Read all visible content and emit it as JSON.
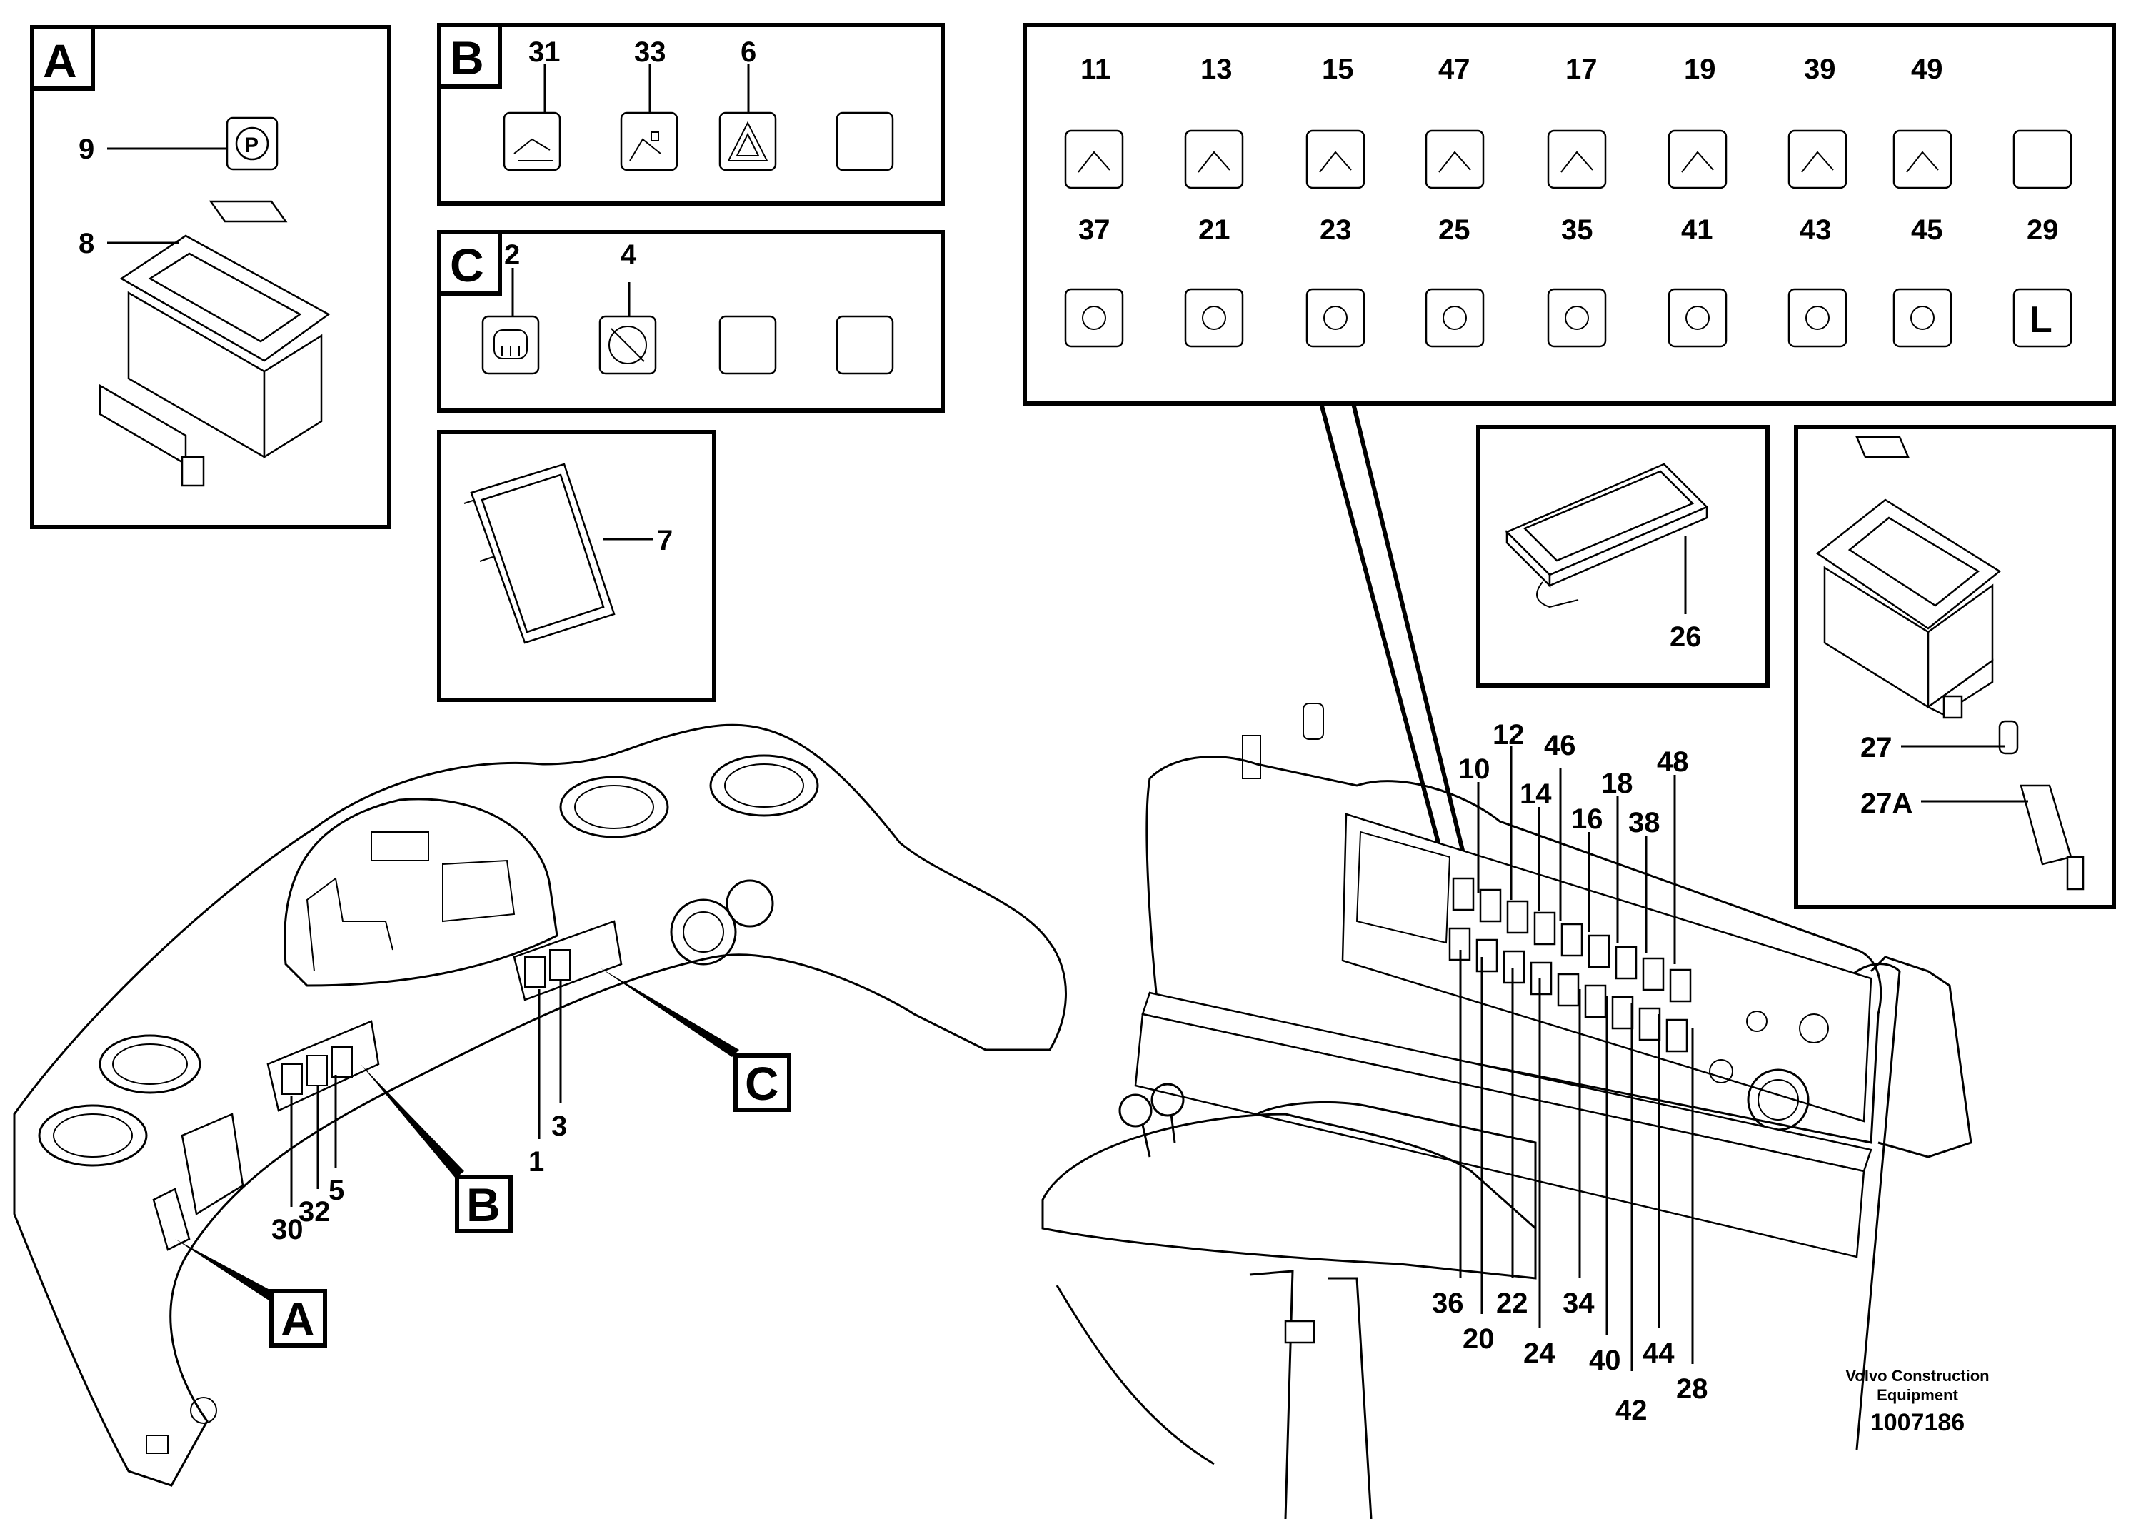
{
  "box_letters": {
    "A": "A",
    "B": "B",
    "C": "C"
  },
  "panel_A": {
    "labels": [
      "9",
      "8"
    ]
  },
  "panel_B": {
    "labels": [
      "31",
      "33",
      "6"
    ]
  },
  "panel_C": {
    "labels": [
      "2",
      "4"
    ]
  },
  "panel_7": {
    "labels": [
      "7"
    ]
  },
  "panel_icons": {
    "row1_labels": [
      "11",
      "13",
      "15",
      "47",
      "17",
      "19",
      "39",
      "49"
    ],
    "row2_labels": [
      "37",
      "21",
      "23",
      "25",
      "35",
      "41",
      "43",
      "45",
      "29"
    ],
    "icon_29_text": "L"
  },
  "panel_26": {
    "labels": [
      "26"
    ]
  },
  "panel_27": {
    "labels": [
      "27",
      "27A"
    ]
  },
  "left_dash": {
    "labels": [
      "1",
      "3",
      "5",
      "30",
      "32"
    ],
    "callouts": [
      "A",
      "B",
      "C"
    ]
  },
  "right_panel": {
    "top_labels": [
      "10",
      "12",
      "46",
      "14",
      "16",
      "18",
      "38",
      "48"
    ],
    "bottom_labels": [
      "36",
      "20",
      "22",
      "24",
      "34",
      "40",
      "42",
      "44",
      "28"
    ]
  },
  "footer": {
    "company_line1": "Volvo Construction",
    "company_line2": "Equipment",
    "drawing_number": "1007186"
  },
  "colors": {
    "ink": "#000000",
    "paper": "#ffffff"
  }
}
